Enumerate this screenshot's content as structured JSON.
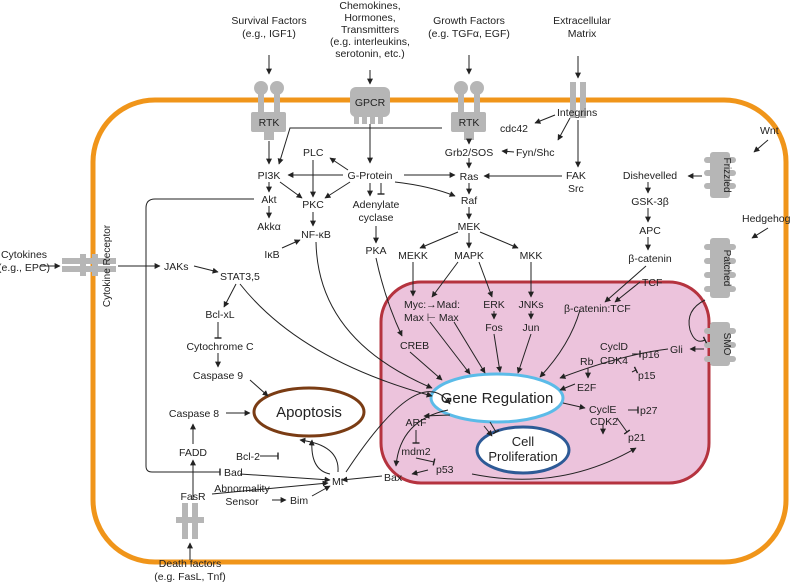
{
  "extracellular": {
    "survival": [
      "Survival Factors",
      "(e.g., IGF1)"
    ],
    "chemokines": [
      "Chemokines,",
      "Hormones,",
      "Transmitters",
      "(e.g. interleukins,",
      "serotonin, etc.)"
    ],
    "growth": [
      "Growth Factors",
      "(e.g. TGFα, EGF)"
    ],
    "ecm": [
      "Extracellular",
      "Matrix"
    ],
    "cytokines": [
      "Cytokines",
      "(e.g., EPC)"
    ],
    "death": [
      "Death factors",
      "(e.g. FasL, Tnf)"
    ],
    "wnt": "Wnt",
    "hedgehog": "Hedgehog"
  },
  "receptors": {
    "rtk1": "RTK",
    "gpcr": "GPCR",
    "rtk2": "RTK",
    "integrins": "Integrins",
    "cytokine_receptor": "Cytokine Receptor",
    "frizzled": "Frizzled",
    "patched": "Patched",
    "smo": "SMO",
    "fasr": "FasR"
  },
  "nodes": {
    "cdc42": "cdc42",
    "plc": "PLC",
    "gprotein": "G-Protein",
    "pi3k": "PI3K",
    "grb2": "Grb2/SOS",
    "fyn": "Fyn/Shc",
    "ras": "Ras",
    "fak": "FAK",
    "src": "Src",
    "akt": "Akt",
    "pkc": "PKC",
    "adenylate1": "Adenylate",
    "adenylate2": "cyclase",
    "raf": "Raf",
    "akka": "Akkα",
    "nfkb": "NF-κB",
    "ikb": "IκB",
    "pka": "PKA",
    "mek": "MEK",
    "mekk": "MEKK",
    "mapk": "MAPK",
    "mkk": "MKK",
    "jaks": "JAKs",
    "stat": "STAT3,5",
    "bclxl": "Bcl-xL",
    "cytc": "Cytochrome C",
    "casp9": "Caspase 9",
    "casp8": "Caspase 8",
    "fadd": "FADD",
    "bcl2": "Bcl-2",
    "bad": "Bad",
    "mt": "Mt",
    "abnormality1": "Abnormality",
    "abnormality2": "Sensor",
    "bim": "Bim",
    "bax": "Bax",
    "dishevelled": "Dishevelled",
    "gsk": "GSK-3β",
    "apc": "APC",
    "bcatenin": "β-catenin",
    "tcf": "TCF",
    "gli": "Gli"
  },
  "nucleus": {
    "myc_line1": "Myc:→Mad:",
    "myc_line2": "Max ⊢ Max",
    "erk": "ERK",
    "fos": "Fos",
    "jnks": "JNKs",
    "jun": "Jun",
    "bcat_tcf": "β-catenin:TCF",
    "creb": "CREB",
    "cycld": "CyclD",
    "rb": "Rb",
    "cdk4": "CDK4",
    "p16": "p16",
    "p15": "p15",
    "e2f": "E2F",
    "gene_regulation": "Gene Regulation",
    "cycle": "CyclE",
    "p27": "p27",
    "cdk2": "CDK2",
    "p21": "p21",
    "arf": "ARF",
    "mdm2": "mdm2",
    "p53": "p53",
    "cell_prolif1": "Cell",
    "cell_prolif2": "Proliferation"
  },
  "apoptosis": "Apoptosis",
  "colors": {
    "membrane": "#f0951a",
    "nucleus_fill": "#ecc3dc",
    "nucleus_border": "#b5333f",
    "gene_reg_border": "#5bbbe8",
    "prolif_border": "#2d5a96",
    "apoptosis_border": "#7a3c14",
    "receptor": "#b6b6b6"
  }
}
